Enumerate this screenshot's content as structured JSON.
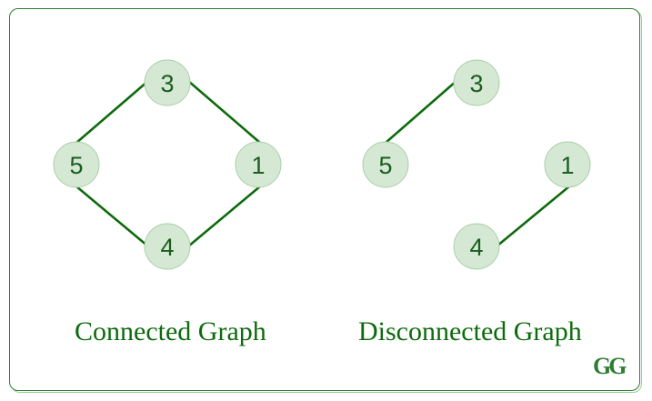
{
  "graphs": [
    {
      "caption": "Connected Graph",
      "nodes": [
        "3",
        "5",
        "1",
        "4"
      ]
    },
    {
      "caption": "Disconnected Graph",
      "nodes": [
        "3",
        "5",
        "1",
        "4"
      ]
    }
  ],
  "logo": "GG",
  "colors": {
    "node_fill": "#d5e8d4",
    "edge": "#0d6b0d",
    "text": "#0d6b0d"
  }
}
